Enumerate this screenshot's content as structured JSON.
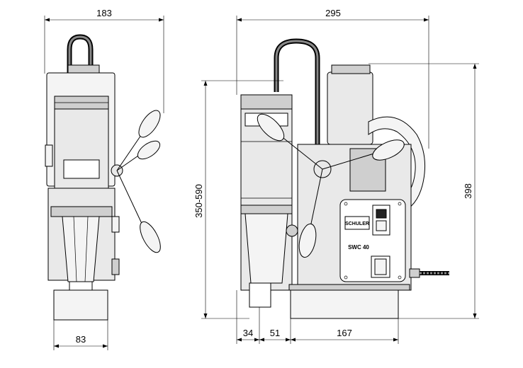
{
  "dimensions": {
    "front_width_top": "183",
    "front_width_base": "83",
    "side_width_top": "295",
    "side_height_left": "350-590",
    "side_height_right": "398",
    "base_offset_a": "34",
    "base_offset_b": "51",
    "base_length": "167"
  },
  "panel": {
    "brand": "SCHULER",
    "model": "SWC 40"
  },
  "colors": {
    "line": "#000000",
    "body_fill": "#e9e9e9",
    "background": "#ffffff"
  }
}
